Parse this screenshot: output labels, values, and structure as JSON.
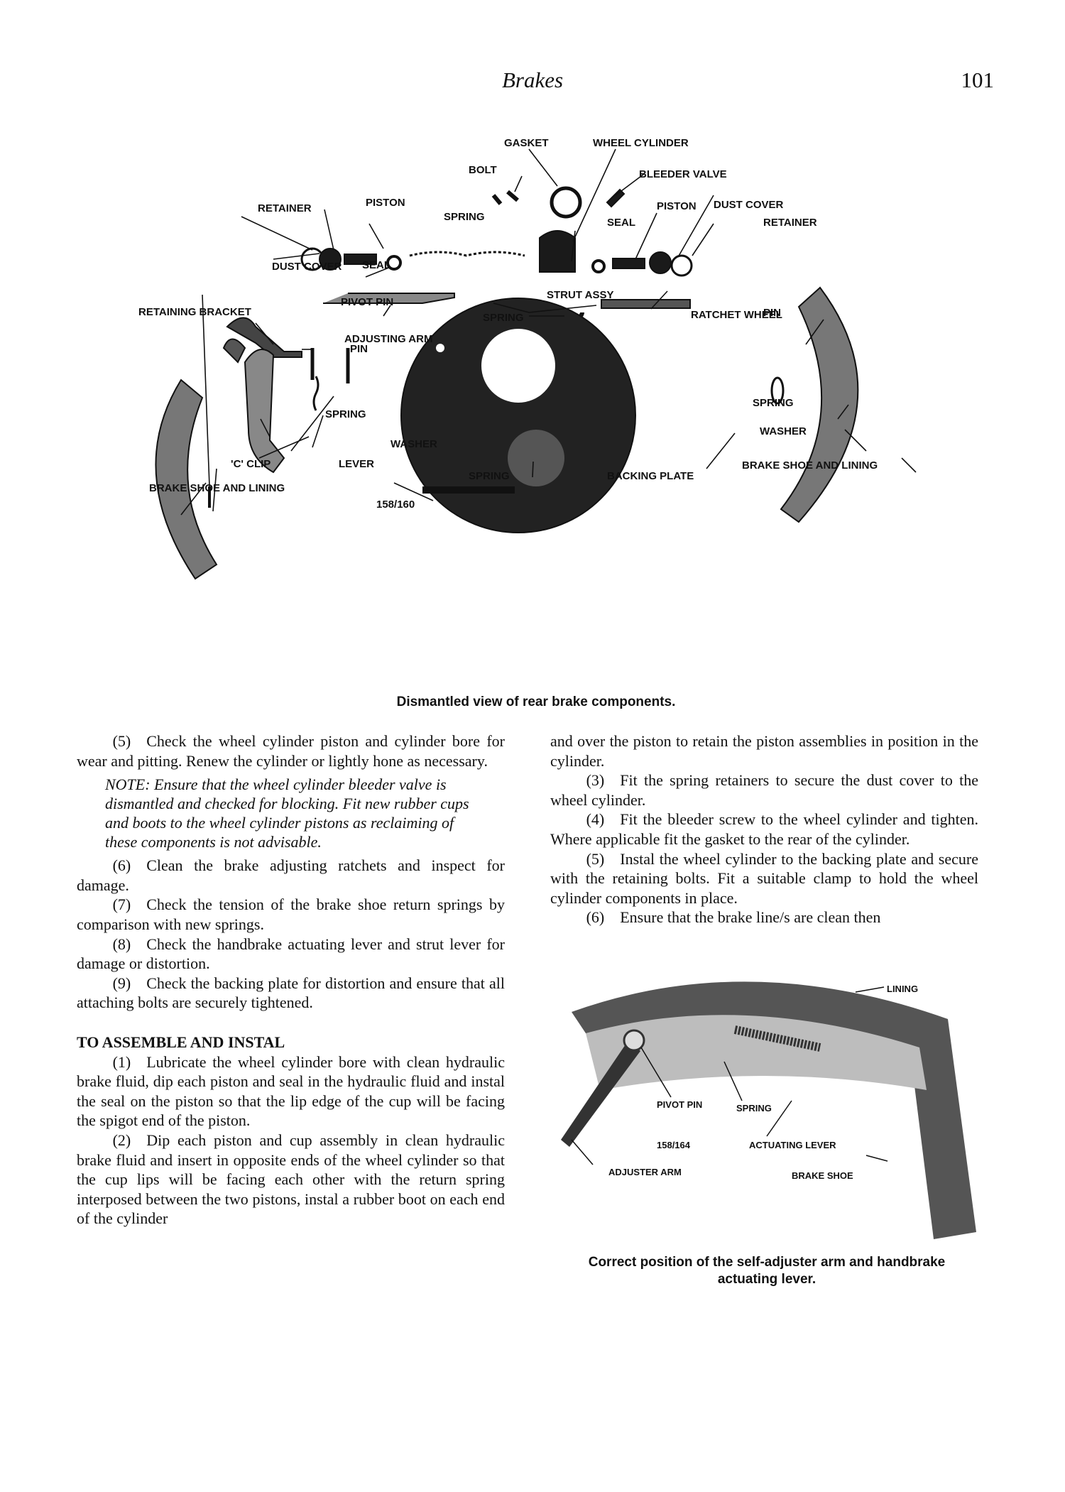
{
  "header": {
    "title": "Brakes",
    "page_number": "101"
  },
  "figure1": {
    "labels": {
      "gasket": "GASKET",
      "wheel_cylinder": "WHEEL CYLINDER",
      "bolt": "BOLT",
      "bleeder_valve": "BLEEDER VALVE",
      "dust_cover_r": "DUST COVER",
      "retainer_l": "RETAINER",
      "piston_l": "PISTON",
      "spring_top": "SPRING",
      "piston_r": "PISTON",
      "seal_r": "SEAL",
      "retainer_r": "RETAINER",
      "dust_cover_l": "DUST COVER",
      "seal_l": "SEAL",
      "strut_assy": "STRUT ASSY",
      "ratchet_wheel": "RATCHET WHEEL",
      "pivot_pin": "PIVOT PIN",
      "retaining_bracket": "RETAINING BRACKET",
      "spring_strut": "SPRING",
      "adjusting_arm": "ADJUSTING ARM",
      "pin_r": "PIN",
      "pin_c": "PIN",
      "spring_c": "SPRING",
      "spring_r": "SPRING",
      "washer_r": "WASHER",
      "washer_c": "WASHER",
      "c_clip": "'C' CLIP",
      "lever": "LEVER",
      "spring_bottom": "SPRING",
      "backing_plate": "BACKING PLATE",
      "brake_shoe_r": "BRAKE SHOE AND LINING",
      "brake_shoe_l": "BRAKE SHOE AND LINING",
      "ref": "158/160"
    },
    "caption": "Dismantled view of rear brake components."
  },
  "figure2": {
    "labels": {
      "lining": "LINING",
      "pivot_pin": "PIVOT PIN",
      "spring": "SPRING",
      "ref": "158/164",
      "actuating_lever": "ACTUATING LEVER",
      "adjuster_arm": "ADJUSTER ARM",
      "brake_shoe": "BRAKE SHOE"
    },
    "caption_line1": "Correct position of the self-adjuster arm and handbrake",
    "caption_line2": "actuating lever."
  },
  "left_column": {
    "p5": "(5) Check the wheel cylinder piston and cylinder bore for wear and pitting. Renew the cylinder or lightly hone as necessary.",
    "note": "NOTE: Ensure that the wheel cylinder bleeder valve is dismantled and checked for blocking. Fit new rubber cups and boots to the wheel cylinder pistons as reclaiming of these components is not advisable.",
    "p6": "(6) Clean the brake adjusting ratchets and inspect for damage.",
    "p7": "(7) Check the tension of the brake shoe return springs by comparison with new springs.",
    "p8": "(8) Check the handbrake actuating lever and strut lever for damage or distortion.",
    "p9": "(9) Check the backing plate for distortion and ensure that all attaching bolts are securely tightened.",
    "section": "TO ASSEMBLE AND INSTAL",
    "a1": "(1) Lubricate the wheel cylinder bore with clean hydraulic brake fluid, dip each piston and seal in the hydraulic fluid and instal the seal on the piston so that the lip edge of the cup will be facing the spigot end of the piston.",
    "a2": "(2) Dip each piston and cup assembly in clean hydraulic brake fluid and insert in opposite ends of the wheel cylinder so that the cup lips will be facing each other with the return spring interposed between the two pistons, instal a rubber boot on each end of the cylinder"
  },
  "right_column": {
    "a2_cont": "and over the piston to retain the piston assemblies in position in the cylinder.",
    "a3": "(3) Fit the spring retainers to secure the dust cover to the wheel cylinder.",
    "a4": "(4) Fit the bleeder screw to the wheel cylinder and tighten. Where applicable fit the gasket to the rear of the cylinder.",
    "a5": "(5) Instal the wheel cylinder to the backing plate and secure with the retaining bolts. Fit a suitable clamp to hold the wheel cylinder components in place.",
    "a6": "(6) Ensure that the brake line/s are clean then"
  }
}
